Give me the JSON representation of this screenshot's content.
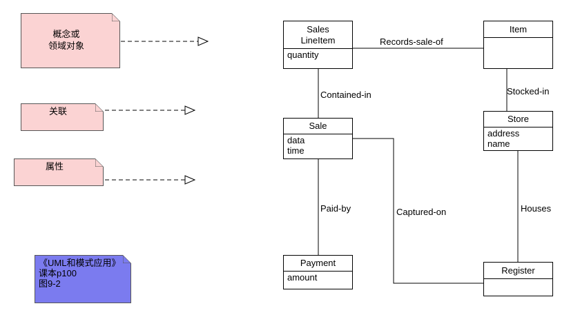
{
  "notes": {
    "concept": [
      "概念或",
      "领域对象"
    ],
    "association": [
      "关联"
    ],
    "attribute": [
      "属性"
    ],
    "reference": [
      "《UML和模式应用》",
      "课本p100",
      "图9-2"
    ]
  },
  "classes": {
    "sales_lineitem": {
      "name": [
        "Sales",
        "LineItem"
      ],
      "attrs": [
        "quantity"
      ]
    },
    "item": {
      "name": [
        "Item"
      ],
      "attrs": []
    },
    "sale": {
      "name": [
        "Sale"
      ],
      "attrs": [
        "data",
        "time"
      ]
    },
    "store": {
      "name": [
        "Store"
      ],
      "attrs": [
        "address",
        "name"
      ]
    },
    "payment": {
      "name": [
        "Payment"
      ],
      "attrs": [
        "amount"
      ]
    },
    "register": {
      "name": [
        "Register"
      ],
      "attrs": []
    }
  },
  "associations": {
    "records_sale_of": "Records-sale-of",
    "contained_in": "Contained-in",
    "stocked_in": "Stocked-in",
    "paid_by": "Paid-by",
    "captured_on": "Captured-on",
    "houses": "Houses"
  },
  "colors": {
    "note_fill": "#fbd3d3",
    "reference_fill": "#7b7bef"
  }
}
